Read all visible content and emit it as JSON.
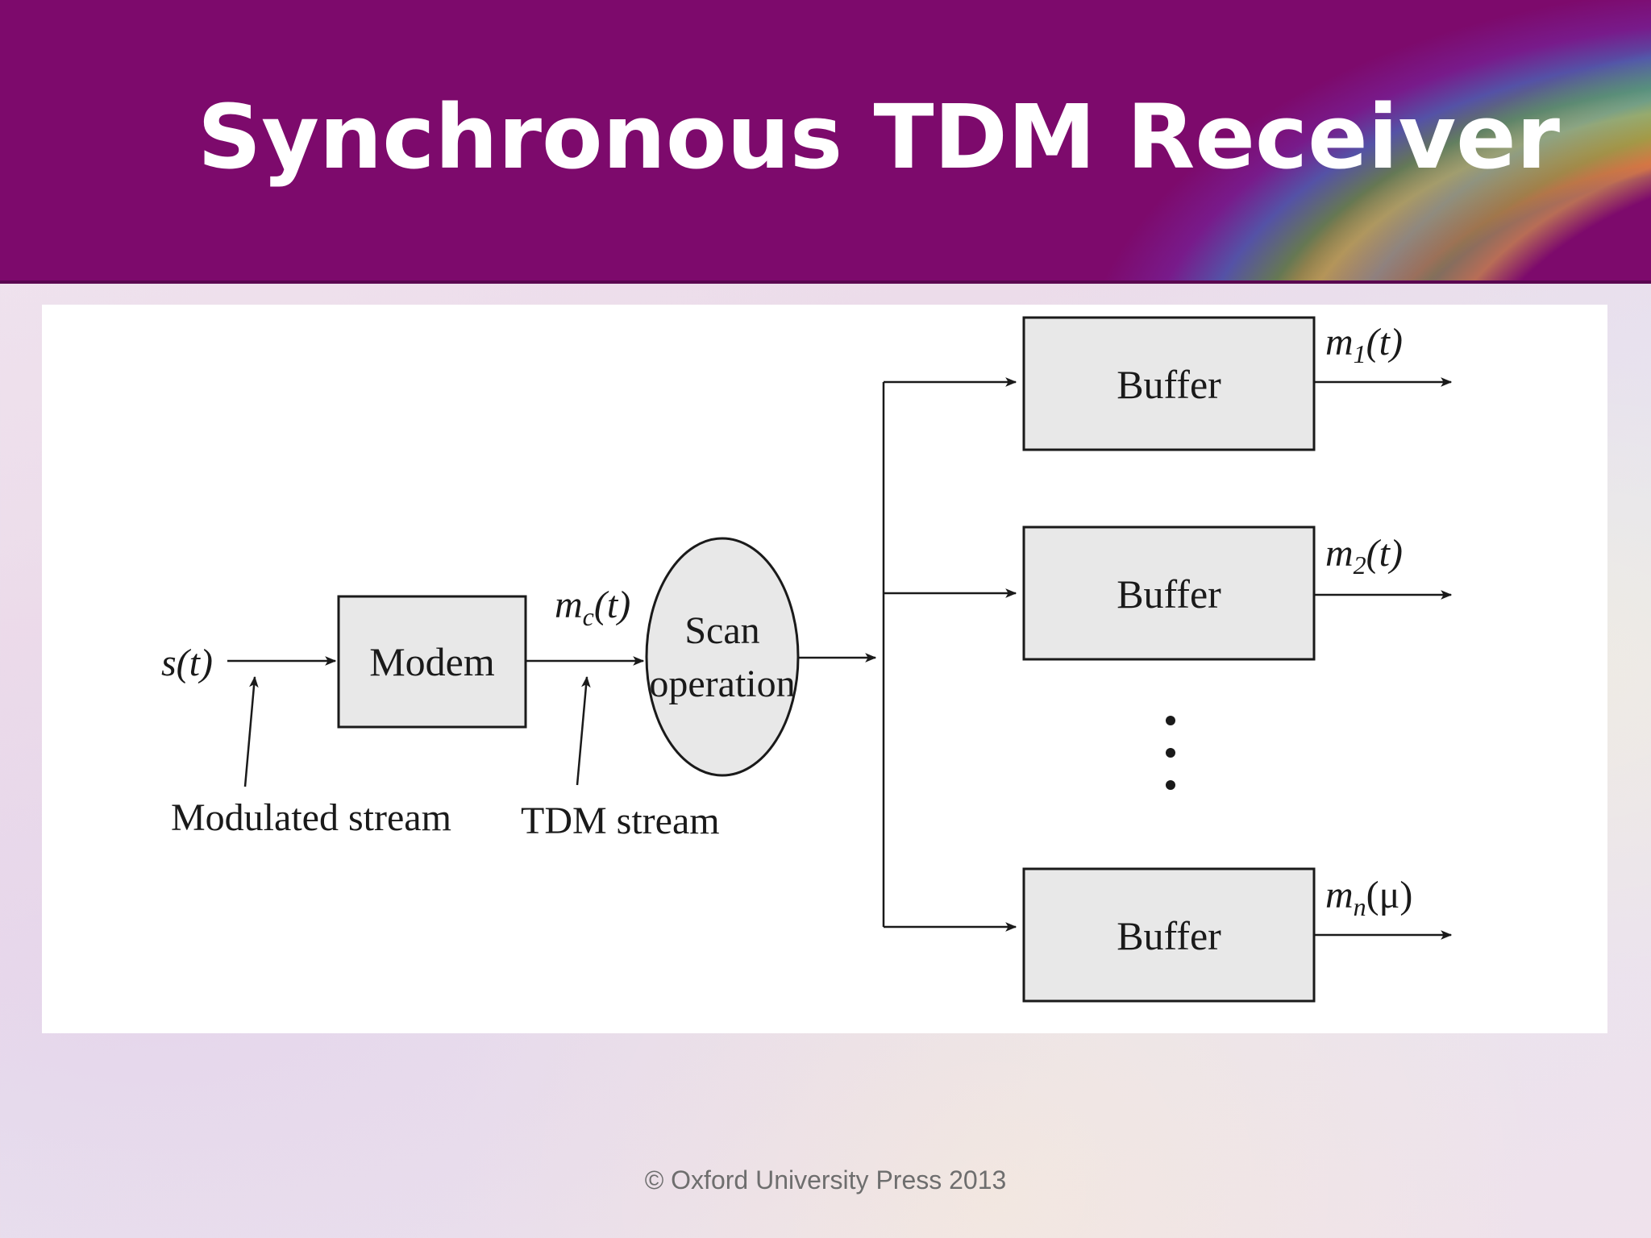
{
  "slide": {
    "title": "Synchronous TDM Receiver",
    "footer": "© Oxford University Press 2013"
  },
  "diagram": {
    "input_signal": "s(t)",
    "modem_label": "Modem",
    "tdm_signal": {
      "base": "m",
      "sub": "c",
      "arg": "(t)"
    },
    "scan_label_line1": "Scan",
    "scan_label_line2": "operation",
    "annotation_modulated": "Modulated stream",
    "annotation_tdm": "TDM stream",
    "buffer_label": "Buffer",
    "outputs": [
      {
        "base": "m",
        "sub": "1",
        "arg": "(t)"
      },
      {
        "base": "m",
        "sub": "2",
        "arg": "(t)"
      },
      {
        "base": "m",
        "sub": "n",
        "arg": "(μ)"
      }
    ]
  },
  "colors": {
    "header": "#7d0a6c",
    "box_fill": "#e8e8e8",
    "line": "#1a1a1a"
  }
}
